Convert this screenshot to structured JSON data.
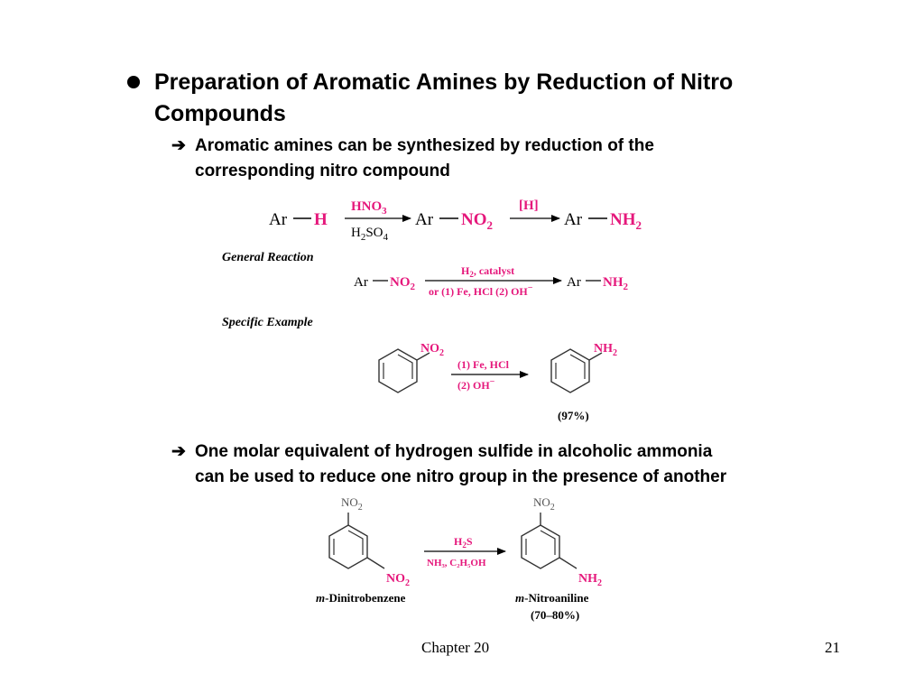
{
  "title": {
    "line1": "Preparation of Aromatic Amines by Reduction of Nitro",
    "line2": "Compounds"
  },
  "points": [
    {
      "line1": "Aromatic amines can be synthesized by reduction of the",
      "line2": "corresponding nitro compound"
    },
    {
      "line1": "One molar equivalent of hydrogen sulfide in alcoholic ammonia",
      "line2": "can be used to reduce one nitro group in the presence of another"
    }
  ],
  "scheme1": {
    "ar": "Ar",
    "h": "H",
    "reagent_top": "HNO",
    "reagent_top_sub": "3",
    "reagent_bottom": "H",
    "reagent_bottom_sub1": "2",
    "reagent_bottom_mid": "SO",
    "reagent_bottom_sub2": "4",
    "no2": "NO",
    "no2_sub": "2",
    "reducer": "[H]",
    "nh2": "NH",
    "nh2_sub": "2"
  },
  "general": {
    "label": "General Reaction",
    "ar": "Ar",
    "no2": "NO",
    "no2_sub": "2",
    "reagent_top_a": "H",
    "reagent_top_sub": "2",
    "reagent_top_b": ", catalyst",
    "reagent_bottom": "or (1) Fe, HCl  (2) OH",
    "reagent_bottom_sup": "−",
    "nh2": "NH",
    "nh2_sub": "2"
  },
  "specific": {
    "label": "Specific Example",
    "no2": "NO",
    "no2_sub": "2",
    "reagent_top": "(1) Fe, HCl",
    "reagent_bottom": "(2) OH",
    "reagent_bottom_sup": "−",
    "nh2": "NH",
    "nh2_sub": "2",
    "yield": "(97%)"
  },
  "selective": {
    "no2_top": "NO",
    "no2_top_sub": "2",
    "no2_meta": "NO",
    "no2_meta_sub": "2",
    "reactant_name_prefix": "m",
    "reactant_name": "-Dinitrobenzene",
    "reagent_top_a": "H",
    "reagent_top_sub": "2",
    "reagent_top_b": "S",
    "reagent_bottom": "NH₃, C₂H₅OH",
    "product_no2": "NO",
    "product_no2_sub": "2",
    "product_nh2": "NH",
    "product_nh2_sub": "2",
    "product_name_prefix": "m",
    "product_name": "-Nitroaniline",
    "yield": "(70–80%)"
  },
  "colors": {
    "accent": "#e5177b",
    "text": "#000000",
    "structure": "#333333"
  },
  "footer": {
    "chapter": "Chapter 20",
    "page": "21"
  }
}
